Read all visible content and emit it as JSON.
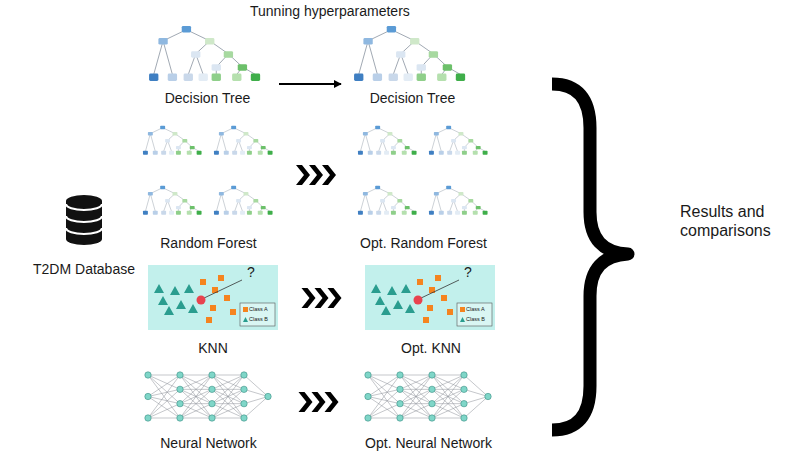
{
  "diagram": {
    "nodes": [
      {
        "text": [
          "Decision Tree"
        ]
      },
      {
        "text": [
          "Decision Tree"
        ]
      },
      {
        "text": [
          "Random Forest"
        ]
      },
      {
        "text": [
          "Opt. Random Forest"
        ]
      },
      {
        "text": [
          "T2DM Database"
        ]
      },
      {
        "text": [
          "KNN"
        ]
      },
      {
        "text": [
          "Opt. KNN"
        ]
      },
      {
        "text": [
          "Neural Network"
        ]
      },
      {
        "text": [
          "Opt. Neural Network"
        ]
      },
      {
        "text": [
          "Results and comparisons"
        ]
      }
    ],
    "edges": [
      {
        "from": 0,
        "to": 1,
        "arrow": "to"
      },
      {
        "from": 2,
        "to": 3,
        "arrow": "to"
      },
      {
        "from": 5,
        "to": 6,
        "arrow": "to"
      },
      {
        "from": 7,
        "to": 8,
        "arrow": "to"
      }
    ],
    "labels": [
      "Tunning hyperparameters",
      "?",
      "Class A",
      "Class B",
      "?",
      "Class A",
      "Class B"
    ]
  }
}
